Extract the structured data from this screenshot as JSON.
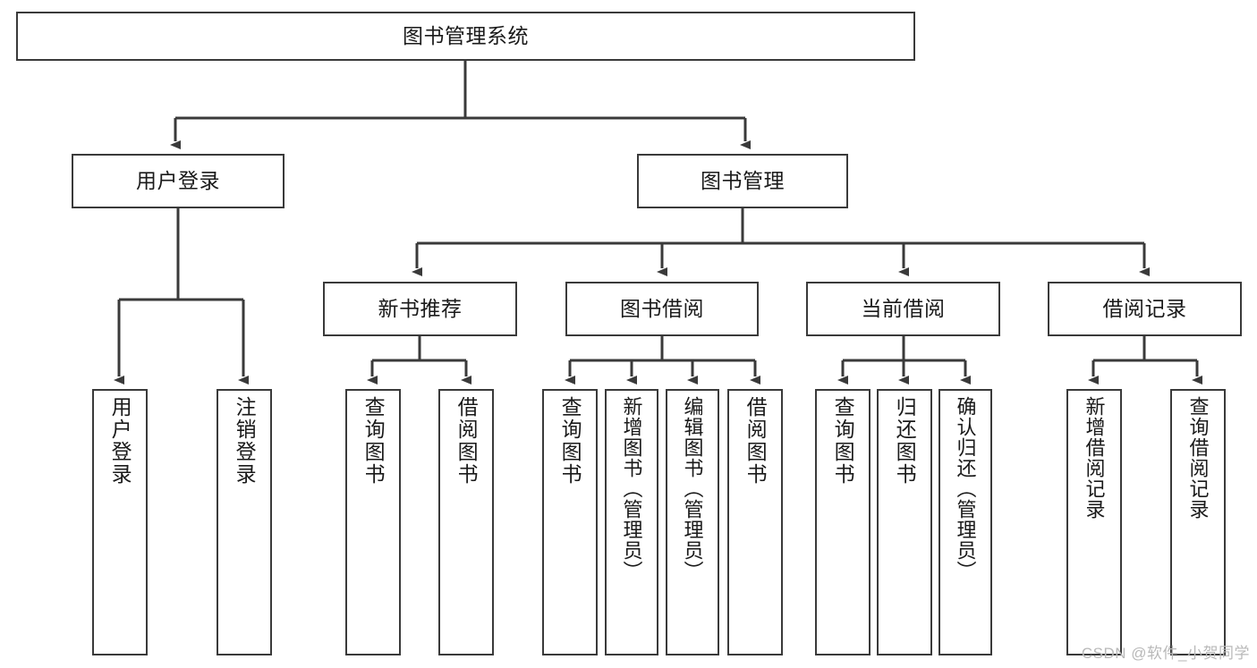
{
  "diagram": {
    "title": "图书管理系统",
    "watermark": "CSDN @软件_小贺同学",
    "line_color": "#3a3a3a",
    "box_fill": "#ffffff",
    "text_color": "#1a1a1a",
    "root": {
      "label": "图书管理系统"
    },
    "level2": [
      {
        "label": "用户登录"
      },
      {
        "label": "图书管理"
      }
    ],
    "level3": [
      {
        "label": "新书推荐"
      },
      {
        "label": "图书借阅"
      },
      {
        "label": "当前借阅"
      },
      {
        "label": "借阅记录"
      }
    ],
    "leaves": [
      {
        "label": "用户登录",
        "parent": "用户登录"
      },
      {
        "label": "注销登录",
        "parent": "用户登录"
      },
      {
        "label": "查询图书",
        "parent": "新书推荐"
      },
      {
        "label": "借阅图书",
        "parent": "新书推荐"
      },
      {
        "label": "查询图书",
        "parent": "图书借阅"
      },
      {
        "label": "新增图书（管理员）",
        "parent": "图书借阅"
      },
      {
        "label": "编辑图书（管理员）",
        "parent": "图书借阅"
      },
      {
        "label": "借阅图书",
        "parent": "图书借阅"
      },
      {
        "label": "查询图书",
        "parent": "当前借阅"
      },
      {
        "label": "归还图书",
        "parent": "当前借阅"
      },
      {
        "label": "确认归还（管理员）",
        "parent": "当前借阅"
      },
      {
        "label": "新增借阅记录",
        "parent": "借阅记录"
      },
      {
        "label": "查询借阅记录",
        "parent": "借阅记录"
      }
    ]
  }
}
